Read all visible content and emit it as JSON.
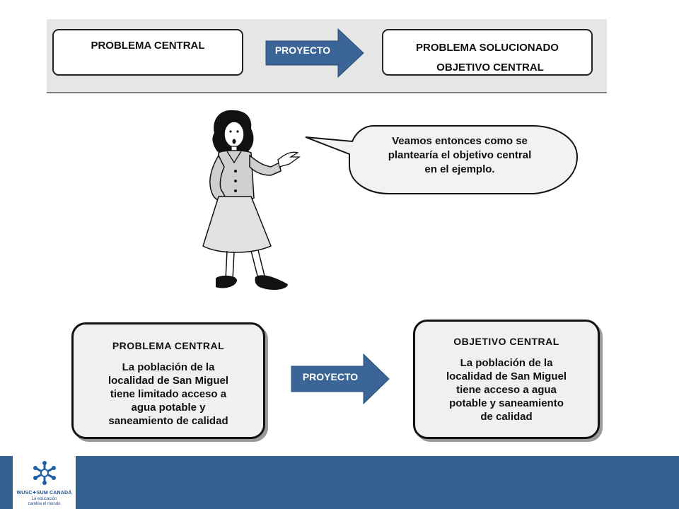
{
  "top": {
    "left_box": "PROBLEMA CENTRAL",
    "arrow": "PROYECTO",
    "right_box_line1": "PROBLEMA SOLUCIONADO",
    "right_box_line2": "OBJETIVO CENTRAL"
  },
  "speech": {
    "line1": "Veamos entonces como se",
    "line2": "plantearía el objetivo central",
    "line3": "en el ejemplo."
  },
  "bottom": {
    "problem_title": "PROBLEMA CENTRAL",
    "problem_lines": [
      "La población de la",
      "localidad de San Miguel",
      "tiene limitado acceso a",
      "agua potable y",
      "saneamiento de calidad"
    ],
    "arrow": "PROYECTO",
    "objective_title": "OBJETIVO CENTRAL",
    "objective_lines": [
      "La población de la",
      "localidad de San Miguel",
      "tiene acceso a agua",
      "potable y saneamiento",
      "de calidad"
    ]
  },
  "footer": {
    "logo_name": "WUSC✦SUM CANADÁ",
    "logo_tag1": "La educación",
    "logo_tag2": "cambia el mundo",
    "bar_color": "#356191"
  }
}
